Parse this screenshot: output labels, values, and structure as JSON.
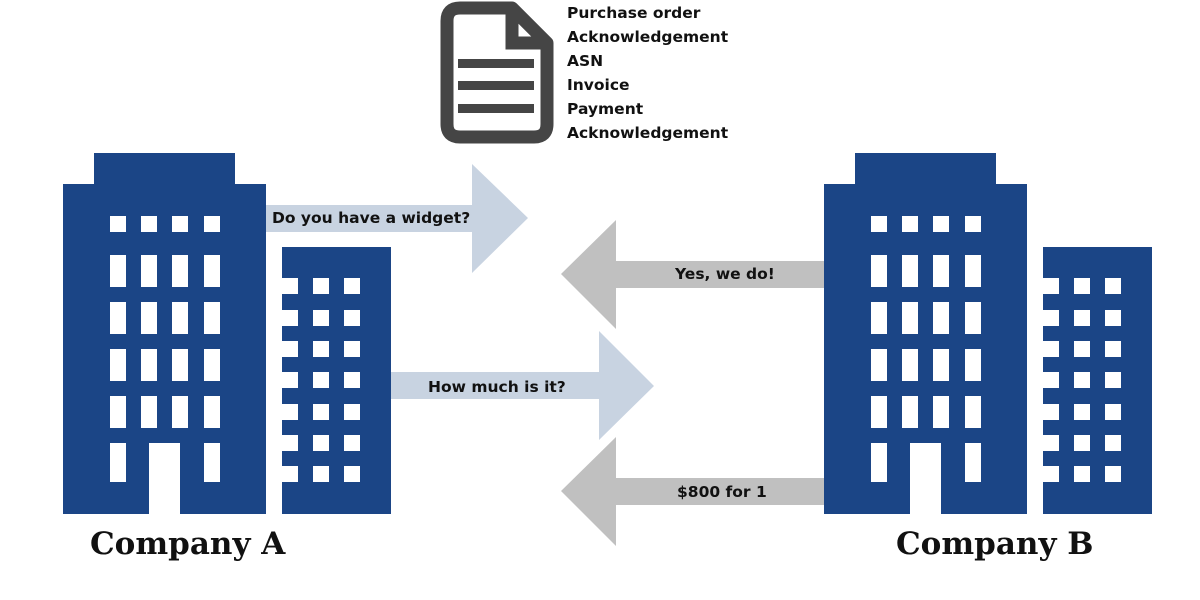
{
  "colors": {
    "building": "#1b4586",
    "window": "#ffffff",
    "arrow_request": "#c8d3e1",
    "arrow_response": "#c0c0c0",
    "document_icon": "#454545",
    "text": "#111111"
  },
  "document": {
    "icon": "document-icon",
    "items": [
      "Purchase order",
      "Acknowledgement",
      "ASN",
      "Invoice",
      "Payment",
      "Acknowledgement"
    ]
  },
  "companies": [
    {
      "name": "Company A",
      "icon": "office-buildings-icon"
    },
    {
      "name": "Company B",
      "icon": "office-buildings-icon"
    }
  ],
  "messages": [
    {
      "text": "Do you have a widget?",
      "direction": "A to B"
    },
    {
      "text": "Yes, we do!",
      "direction": "B to A"
    },
    {
      "text": "How much is it?",
      "direction": "A to B"
    },
    {
      "text": "$800 for 1",
      "direction": "B to A"
    }
  ]
}
